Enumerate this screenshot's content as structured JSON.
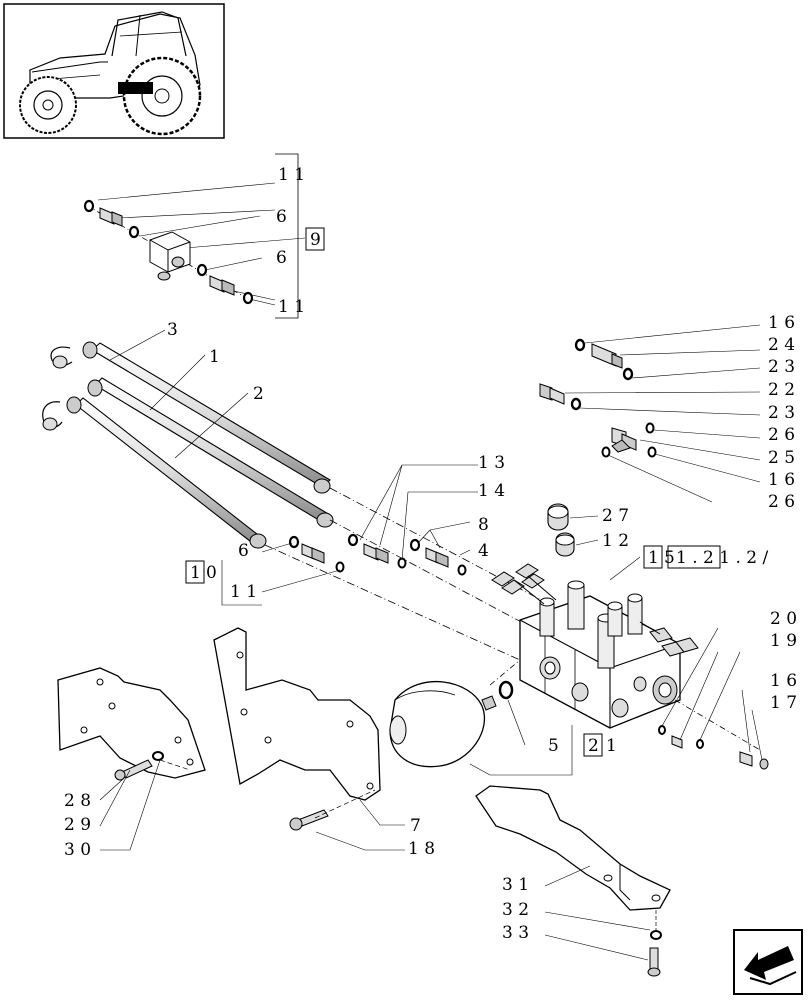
{
  "diagram": {
    "callouts": [
      {
        "id": "c11a",
        "text": "1 1"
      },
      {
        "id": "c6a",
        "text": "6"
      },
      {
        "id": "c6b",
        "text": "6"
      },
      {
        "id": "c11b",
        "text": "1 1"
      },
      {
        "id": "c3",
        "text": "3"
      },
      {
        "id": "c1",
        "text": "1"
      },
      {
        "id": "c2",
        "text": "2"
      },
      {
        "id": "c16a",
        "text": "1 6"
      },
      {
        "id": "c24",
        "text": "2 4"
      },
      {
        "id": "c23a",
        "text": "2 3"
      },
      {
        "id": "c22",
        "text": "2 2"
      },
      {
        "id": "c23b",
        "text": "2 3"
      },
      {
        "id": "c26a",
        "text": "2 6"
      },
      {
        "id": "c25",
        "text": "2 5"
      },
      {
        "id": "c16b",
        "text": "1 6"
      },
      {
        "id": "c26b",
        "text": "2 6"
      },
      {
        "id": "c13",
        "text": "1 3"
      },
      {
        "id": "c14",
        "text": "1 4"
      },
      {
        "id": "c8",
        "text": "8"
      },
      {
        "id": "c4",
        "text": "4"
      },
      {
        "id": "c27",
        "text": "2 7"
      },
      {
        "id": "c12",
        "text": "1 2"
      },
      {
        "id": "c6c",
        "text": "6"
      },
      {
        "id": "c11c",
        "text": "1 1"
      },
      {
        "id": "c20",
        "text": "2 0"
      },
      {
        "id": "c19",
        "text": "1 9"
      },
      {
        "id": "c16c",
        "text": "1 6"
      },
      {
        "id": "c17",
        "text": "1 7"
      },
      {
        "id": "c5",
        "text": "5"
      },
      {
        "id": "c28",
        "text": "2 8"
      },
      {
        "id": "c29",
        "text": "2 9"
      },
      {
        "id": "c30",
        "text": "3 0"
      },
      {
        "id": "c7",
        "text": "7"
      },
      {
        "id": "c18",
        "text": "1 8"
      },
      {
        "id": "c31",
        "text": "3 1"
      },
      {
        "id": "c32",
        "text": "3 2"
      },
      {
        "id": "c33",
        "text": "3 3"
      }
    ],
    "reference_boxes": [
      {
        "id": "r9",
        "text": "9"
      },
      {
        "id": "r10",
        "text": "1"
      },
      {
        "id": "r10b",
        "text": "0"
      },
      {
        "id": "r15",
        "text": "1"
      },
      {
        "id": "r15b",
        "text": "5"
      },
      {
        "id": "r15ref",
        "text": "1 . 2 1 . 2 /"
      },
      {
        "id": "r21",
        "text": "2"
      },
      {
        "id": "r21b",
        "text": "1"
      }
    ]
  }
}
